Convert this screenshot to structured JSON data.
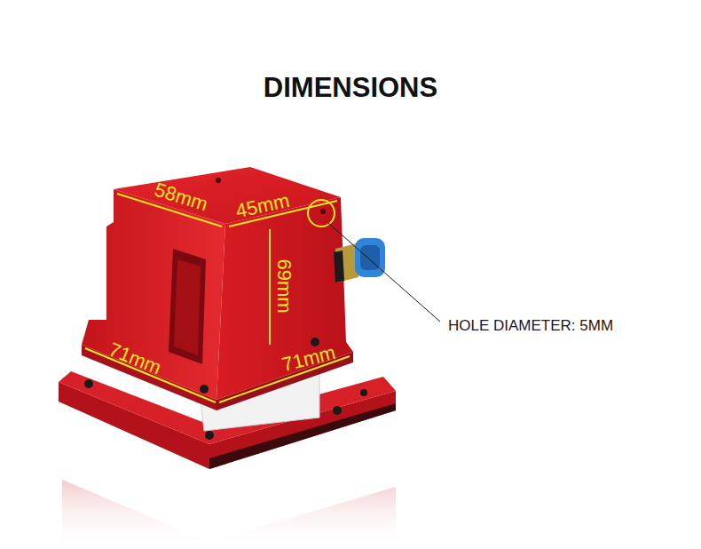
{
  "diagram": {
    "title": "DIMENSIONS",
    "labels": [
      "58mm",
      "45mm",
      "69mm",
      "71mm",
      "71mm",
      "HOLE DIAMETER: 5MM"
    ]
  }
}
